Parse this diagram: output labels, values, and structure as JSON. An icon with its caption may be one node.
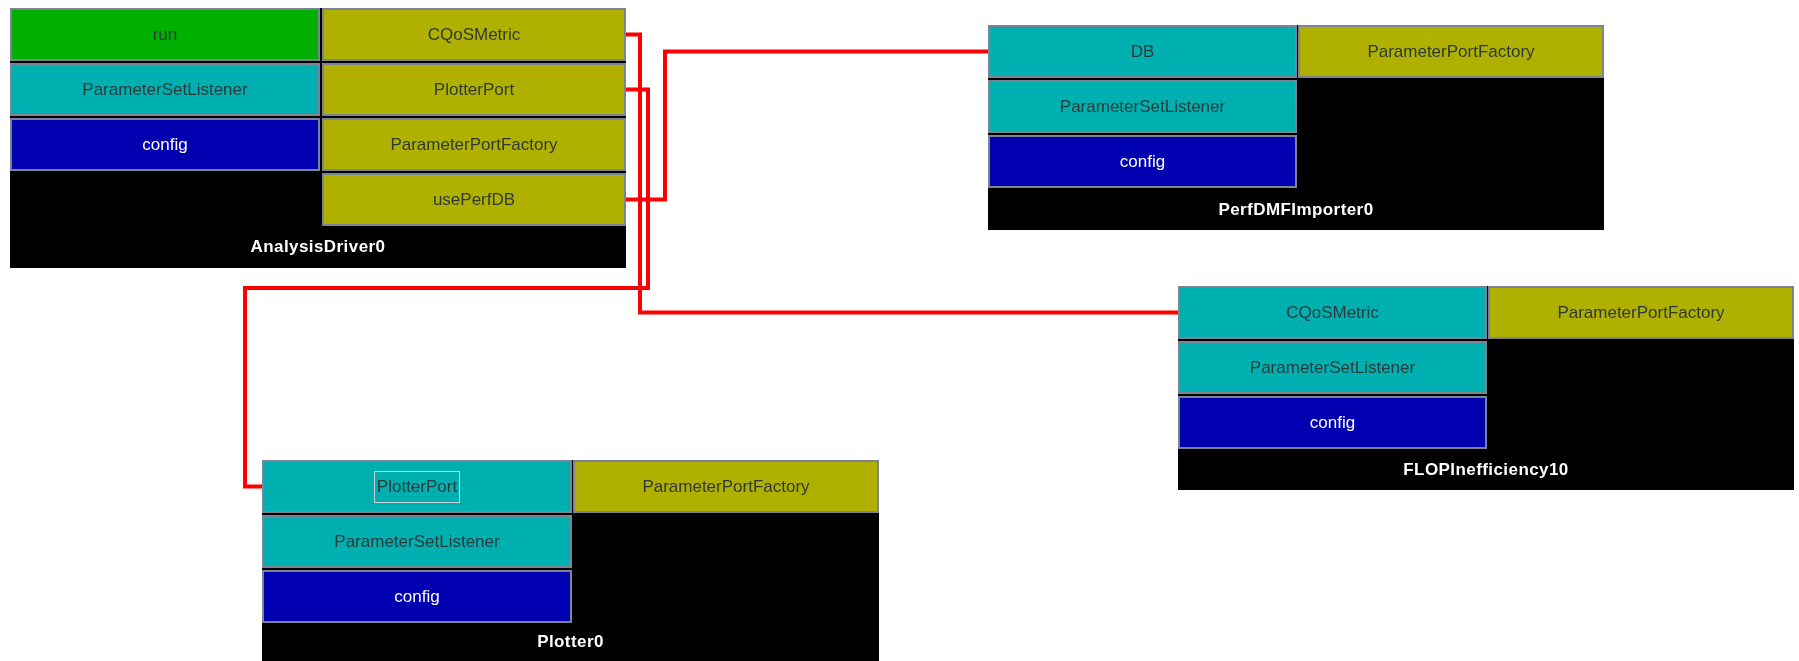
{
  "diagram": {
    "nodes": [
      {
        "text": [
          "AnalysisDriver0"
        ]
      },
      {
        "text": [
          "run"
        ],
        "in": 0
      },
      {
        "text": [
          "CQoSMetric"
        ],
        "in": 0
      },
      {
        "text": [
          "ParameterSetListener"
        ],
        "in": 0
      },
      {
        "text": [
          "PlotterPort"
        ],
        "in": 0
      },
      {
        "text": [
          "config"
        ],
        "in": 0
      },
      {
        "text": [
          "ParameterPortFactory"
        ],
        "in": 0
      },
      {
        "text": [
          "usePerfDB"
        ],
        "in": 0
      },
      {
        "text": [
          "PerfDMFImporter0"
        ]
      },
      {
        "text": [
          "DB"
        ],
        "in": 8
      },
      {
        "text": [
          "ParameterPortFactory"
        ],
        "in": 8
      },
      {
        "text": [
          "ParameterSetListener"
        ],
        "in": 8
      },
      {
        "text": [
          "config"
        ],
        "in": 8
      },
      {
        "text": [
          "FLOPInefficiency10"
        ]
      },
      {
        "text": [
          "CQoSMetric"
        ],
        "in": 13
      },
      {
        "text": [
          "ParameterPortFactory"
        ],
        "in": 13
      },
      {
        "text": [
          "ParameterSetListener"
        ],
        "in": 13
      },
      {
        "text": [
          "config"
        ],
        "in": 13
      },
      {
        "text": [
          "Plotter0"
        ]
      },
      {
        "text": [
          "PlotterPort"
        ],
        "in": 18
      },
      {
        "text": [
          "ParameterPortFactory"
        ],
        "in": 18
      },
      {
        "text": [
          "ParameterSetListener"
        ],
        "in": 18
      },
      {
        "text": [
          "config"
        ],
        "in": 18
      }
    ],
    "edges": [
      {
        "from": 2,
        "to": 14,
        "arrow": "none"
      },
      {
        "from": 4,
        "to": 19,
        "arrow": "none"
      },
      {
        "from": 7,
        "to": 9,
        "arrow": "none"
      }
    ]
  }
}
